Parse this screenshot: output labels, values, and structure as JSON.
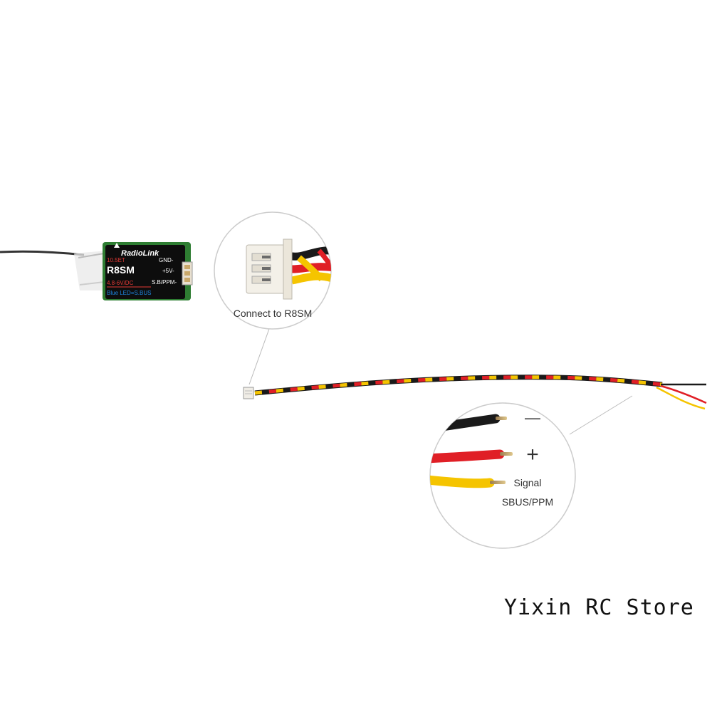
{
  "receiver": {
    "brand": "RadioLink",
    "model": "R8SM",
    "band": "10.5ET",
    "pins": [
      "GND-",
      "+5V-",
      "S.B/PPM-"
    ],
    "voltage": "4.8-6V/DC",
    "led_note": "Blue LED=S.BUS"
  },
  "callouts": {
    "connector_caption": "Connect to R8SM",
    "minus_symbol": "—",
    "plus_symbol": "+",
    "signal_label": "Signal",
    "signal_protocol": "SBUS/PPM"
  },
  "watermark": "Yixin RC Store",
  "colors": {
    "wire_black": "#1a1a1a",
    "wire_red": "#e01f26",
    "wire_yellow": "#f5c400",
    "receiver_body": "#0d0d0d",
    "receiver_pcb": "#2e7d32",
    "model_red": "#e53935",
    "led_text_blue": "#1e88e5"
  }
}
